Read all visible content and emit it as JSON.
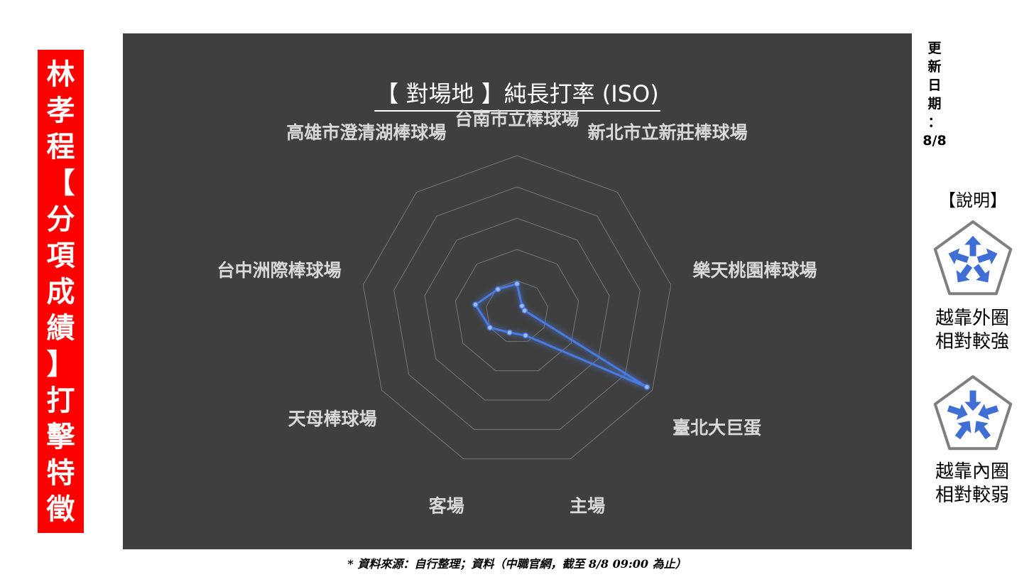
{
  "banner": {
    "chars": [
      "林",
      "孝",
      "程",
      "【",
      "分",
      "項",
      "成",
      "績",
      "】",
      "打",
      "擊",
      "特",
      "徵"
    ]
  },
  "update": {
    "chars": [
      "更",
      "新",
      "日",
      "期",
      "：",
      "8/8"
    ]
  },
  "legend": {
    "title": "【說明】",
    "outer_caption": [
      "越靠外圈",
      "相對較強"
    ],
    "inner_caption": [
      "越靠內圈",
      "相對較弱"
    ],
    "arrow_color": "#3f6fd4"
  },
  "footnote": "* 資料來源：自行整理；資料（中職官網，截至 8/8 09:00 為止）",
  "chart_data": {
    "type": "radar",
    "title": "【 對場地 】純長打率 (ISO)",
    "categories": [
      "台南市立棒球場",
      "新北市立新莊棒球場",
      "樂天桃園棒球場",
      "臺北大巨蛋",
      "主場",
      "客場",
      "天母棒球場",
      "台中洲際棒球場",
      "高雄市澄清湖棒球場"
    ],
    "values": [
      0.09,
      0.025,
      0.025,
      0.48,
      0.08,
      0.07,
      0.1,
      0.135,
      0.095
    ],
    "range": [
      0,
      0.5
    ],
    "grid_levels": 5,
    "series_color": "#4a7ae0",
    "grid_color": "#777777",
    "label_color": "#d9d9d9"
  }
}
